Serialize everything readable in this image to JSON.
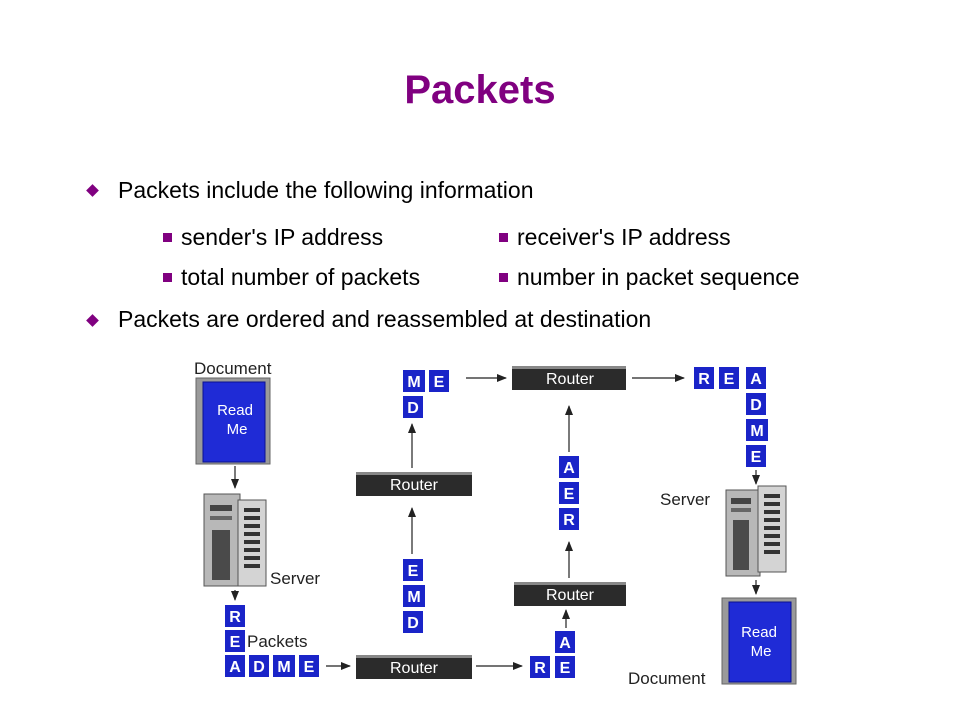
{
  "slide": {
    "title": "Packets",
    "bullets": [
      "Packets include the following information",
      "Packets are ordered and reassembled at destination"
    ],
    "sub_bullets": [
      "sender's IP address",
      "receiver's IP address",
      "total number of packets",
      "number in packet sequence"
    ]
  },
  "diagram": {
    "document_label": "Document",
    "document_text": [
      "Read",
      "Me"
    ],
    "server_label": "Server",
    "packets_label": "Packets",
    "router_label": "Router",
    "packet_letters": [
      "R",
      "E",
      "A",
      "D",
      "M"
    ]
  },
  "colors": {
    "title": "#800080",
    "packet_fill": "#1a24c8",
    "document_fill": "#1f2bd6",
    "router_fill": "#2b2b2b"
  }
}
